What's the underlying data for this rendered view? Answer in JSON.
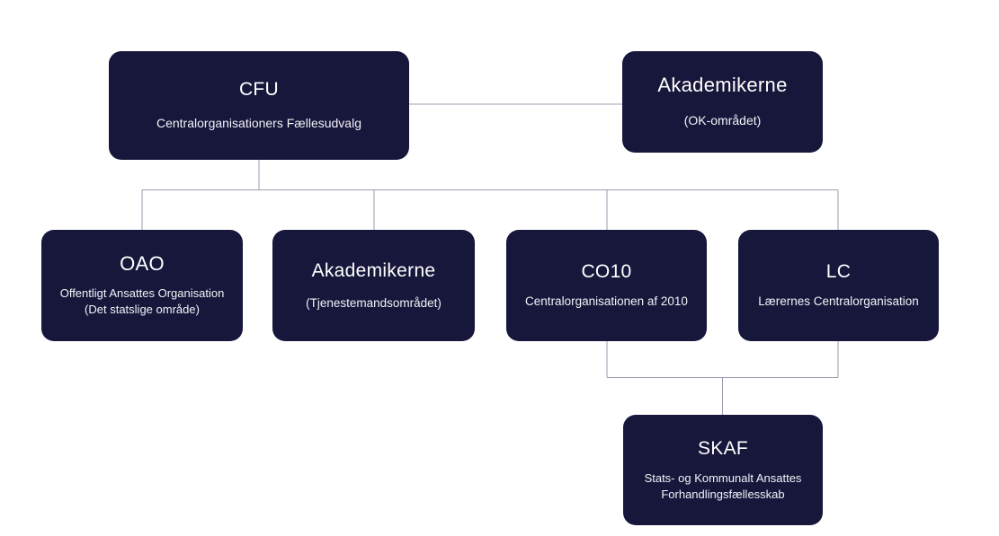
{
  "diagram": {
    "type": "org-chart",
    "background_color": "#ffffff",
    "node_color": "#17173c",
    "node_text_color": "#ffffff",
    "connector_color": "#9d9db2",
    "nodes": [
      {
        "id": "cfu",
        "title": "CFU",
        "subtitle": "Centralorganisationers Fællesudvalg"
      },
      {
        "id": "akademikerne_ok",
        "title": "Akademikerne",
        "subtitle": "(OK-området)"
      },
      {
        "id": "oao",
        "title": "OAO",
        "subtitle": "Offentligt Ansattes Organisation (Det statslige område)"
      },
      {
        "id": "akademikerne_tj",
        "title": "Akademikerne",
        "subtitle": "(Tjenestemandsområdet)"
      },
      {
        "id": "co10",
        "title": "CO10",
        "subtitle": "Centralorganisationen af 2010"
      },
      {
        "id": "lc",
        "title": "LC",
        "subtitle": "Lærernes Centralorganisation"
      },
      {
        "id": "skaf",
        "title": "SKAF",
        "subtitle": "Stats- og Kommunalt Ansattes Forhandlingsfællesskab"
      }
    ],
    "edges": [
      {
        "from": "cfu",
        "to": "akademikerne_ok"
      },
      {
        "from": "cfu",
        "to": "oao"
      },
      {
        "from": "cfu",
        "to": "akademikerne_tj"
      },
      {
        "from": "cfu",
        "to": "co10"
      },
      {
        "from": "cfu",
        "to": "lc"
      },
      {
        "from": "co10",
        "to": "skaf"
      },
      {
        "from": "lc",
        "to": "skaf"
      }
    ]
  }
}
